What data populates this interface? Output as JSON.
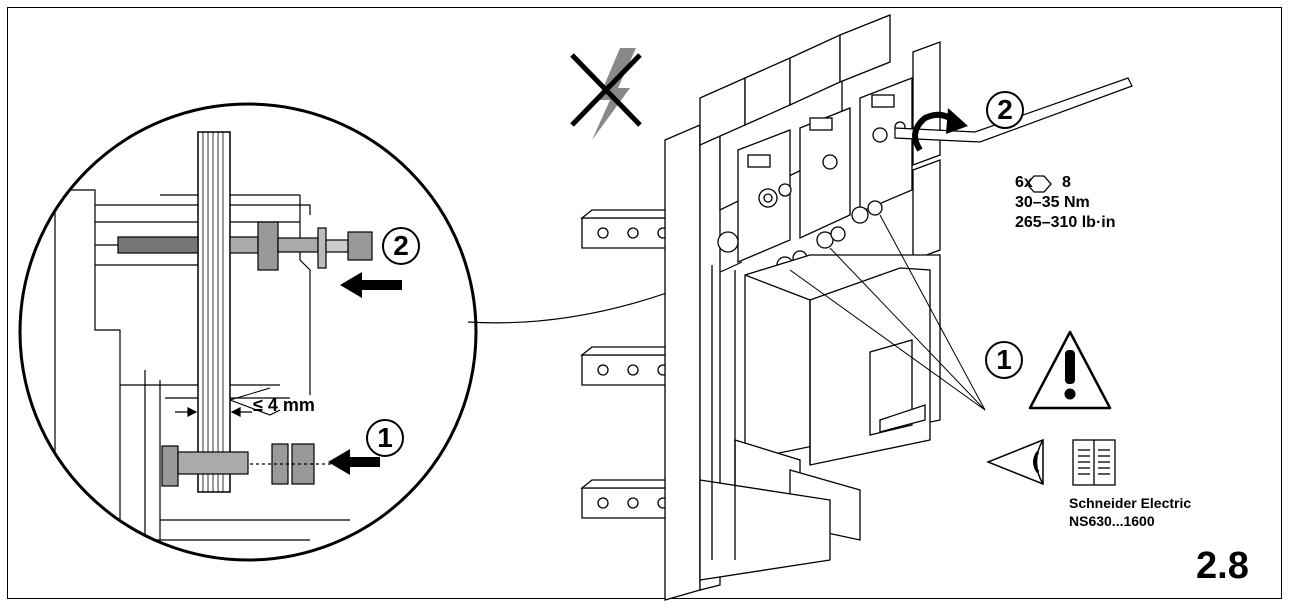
{
  "steps": {
    "step1": "1",
    "step2": "2"
  },
  "detail": {
    "gap": "≤ 4 mm"
  },
  "torque": {
    "line1": "6x",
    "hex_size": "8",
    "line2": "30–35 Nm",
    "line3": "265–310 lb·in"
  },
  "reference": {
    "brand": "Schneider Electric",
    "model": "NS630...1600"
  },
  "figure_number": "2.8",
  "icons": [
    "no-voltage-icon",
    "hex-socket-icon",
    "warning-icon",
    "eye-icon",
    "manual-book-icon",
    "rotation-arrow-icon",
    "push-arrow-icon"
  ]
}
